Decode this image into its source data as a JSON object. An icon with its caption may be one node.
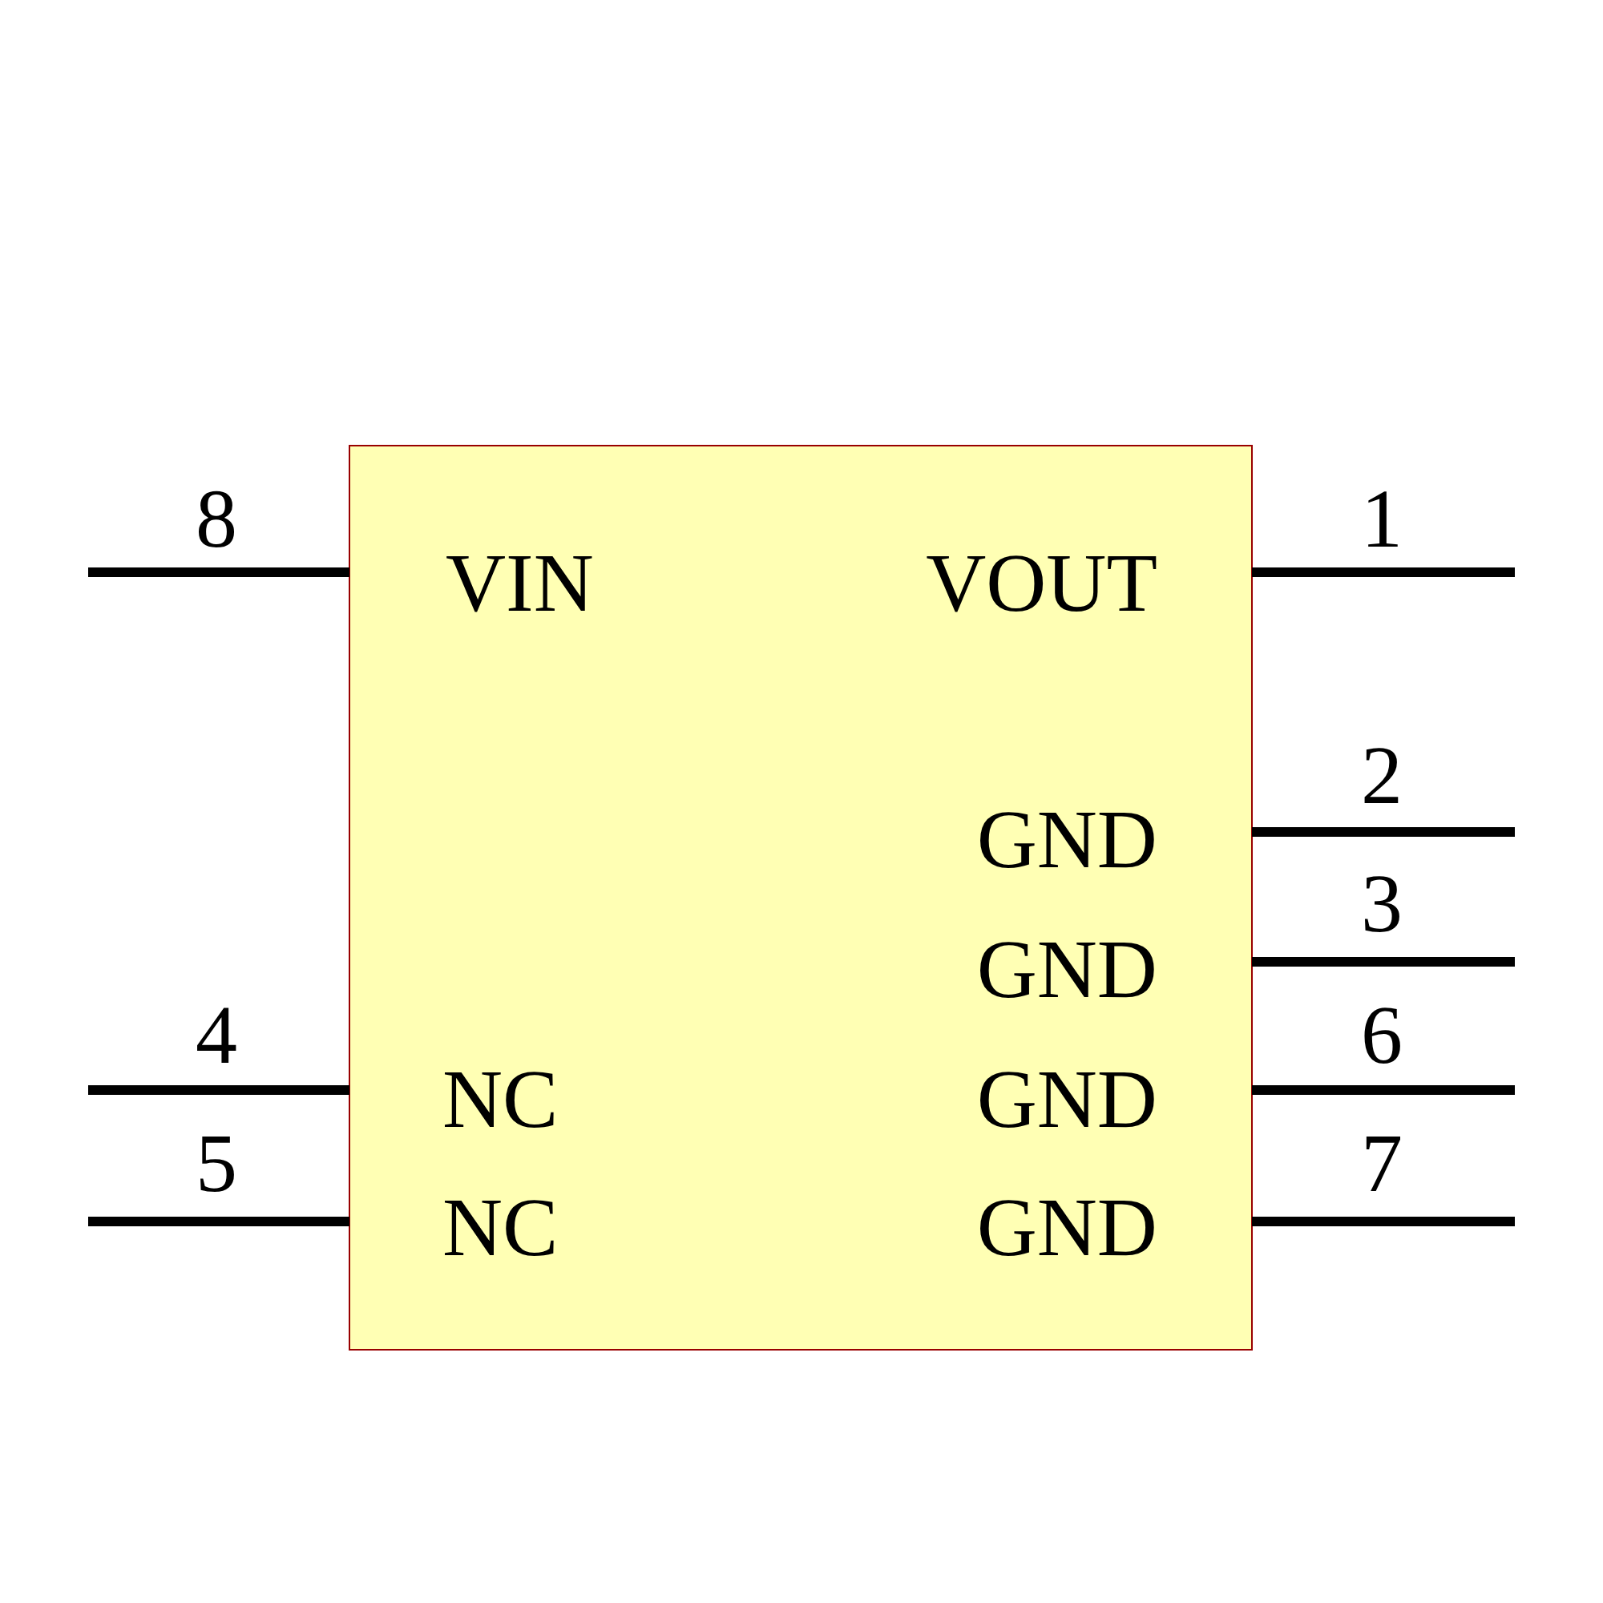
{
  "diagram": {
    "labels": [
      "8",
      "1",
      "VIN",
      "VOUT",
      "2",
      "GND",
      "3",
      "GND",
      "4",
      "6",
      "NC",
      "GND",
      "5",
      "7",
      "NC",
      "GND"
    ]
  }
}
